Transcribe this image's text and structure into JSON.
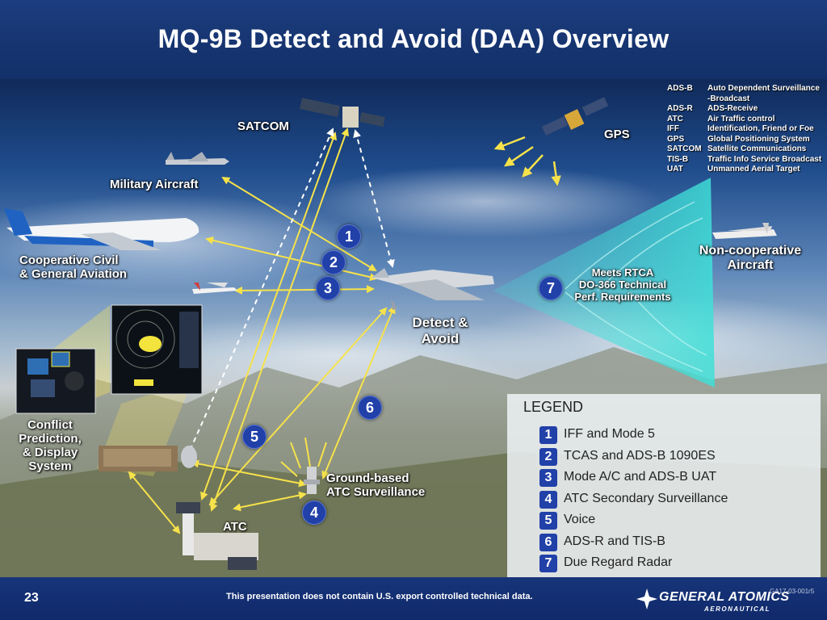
{
  "title": "MQ-9B Detect and Avoid (DAA) Overview",
  "labels": {
    "satcom": "SATCOM",
    "gps": "GPS",
    "military_aircraft": "Military Aircraft",
    "cooperative_line1": "Cooperative Civil",
    "cooperative_line2": "& General Aviation",
    "noncoop_line1": "Non-cooperative",
    "noncoop_line2": "Aircraft",
    "rtca_line1": "Meets RTCA",
    "rtca_line2": "DO-366 Technical",
    "rtca_line3": "Perf. Requirements",
    "daa_line1": "Detect &",
    "daa_line2": "Avoid",
    "conflict_line1": "Conflict",
    "conflict_line2": "Prediction,",
    "conflict_line3": "& Display",
    "conflict_line4": "System",
    "ground_line1": "Ground-based",
    "ground_line2": "ATC Surveillance",
    "atc": "ATC"
  },
  "badges": {
    "b1": "1",
    "b2": "2",
    "b3": "3",
    "b4": "4",
    "b5": "5",
    "b6": "6",
    "b7": "7"
  },
  "abbreviations": [
    {
      "code": "ADS-B",
      "definition": "Auto Dependent Surveillance"
    },
    {
      "code": "",
      "definition": "-Broadcast"
    },
    {
      "code": "ADS-R",
      "definition": "ADS-Receive"
    },
    {
      "code": "ATC",
      "definition": "Air Traffic control"
    },
    {
      "code": "IFF",
      "definition": "Identification, Friend or Foe"
    },
    {
      "code": "GPS",
      "definition": "Global Positioning System"
    },
    {
      "code": "SATCOM",
      "definition": "Satellite Communications"
    },
    {
      "code": "TIS-B",
      "definition": "Traffic Info Service Broadcast"
    },
    {
      "code": "UAT",
      "definition": "Unmanned Aerial Target"
    }
  ],
  "legend": {
    "title": "LEGEND",
    "items": [
      {
        "num": "1",
        "text": "IFF and Mode 5"
      },
      {
        "num": "2",
        "text": "TCAS and ADS-B 1090ES"
      },
      {
        "num": "3",
        "text": "Mode A/C and ADS-B UAT"
      },
      {
        "num": "4",
        "text": "ATC Secondary Surveillance"
      },
      {
        "num": "5",
        "text": "Voice"
      },
      {
        "num": "6",
        "text": "ADS-R and TIS-B"
      },
      {
        "num": "7",
        "text": "Due Regard Radar"
      }
    ]
  },
  "footer": {
    "page_number": "23",
    "disclaimer": "This presentation does not contain U.S. export controlled technical data.",
    "brand_name": "GENERAL ATOMICS",
    "brand_sub": "AERONAUTICAL",
    "doc_number": "GA17-03-001r5"
  },
  "colors": {
    "header_blue": "#1c3d7f",
    "arrow_yellow": "#f6e24a",
    "badge_blue": "#2140a8",
    "radar_cyan": "#3fe0d8"
  }
}
